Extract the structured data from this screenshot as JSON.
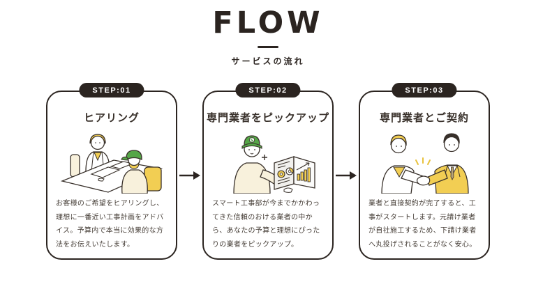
{
  "header": {
    "title": "FLOW",
    "subtitle": "サービスの流れ"
  },
  "colors": {
    "dark": "#2b2420",
    "yellow": "#f2ce53",
    "green": "#55a647",
    "cream": "#f8f1dc",
    "page_gray": "#f1f0ed",
    "text": "#453d36"
  },
  "steps": [
    {
      "badge": "STEP:01",
      "title": "ヒアリング",
      "description": "お客様のご希望をヒアリングし、理想に一番近い工事計画をアドバイス。予算内で本当に効果的な方法をお伝えいたします。",
      "illustration": "two-people-meeting-at-desk"
    },
    {
      "badge": "STEP:02",
      "title": "専門業者をピックアップ",
      "description": "スマート工事部が今までかかわってきた信頼のおける業者の中から、あなたの予算と理想にぴったりの業者をピックアップ。",
      "illustration": "worker-presenting-catalog"
    },
    {
      "badge": "STEP:03",
      "title": "専門業者とご契約",
      "description": "業者と直接契約が完了すると、工事がスタートします。元請け業者が自社施工するため、下請け業者へ丸投げされることがなく安心。",
      "illustration": "handshake-contract"
    }
  ],
  "icons": {
    "between_steps": "arrow-right-icon",
    "cap_logo": "S"
  }
}
